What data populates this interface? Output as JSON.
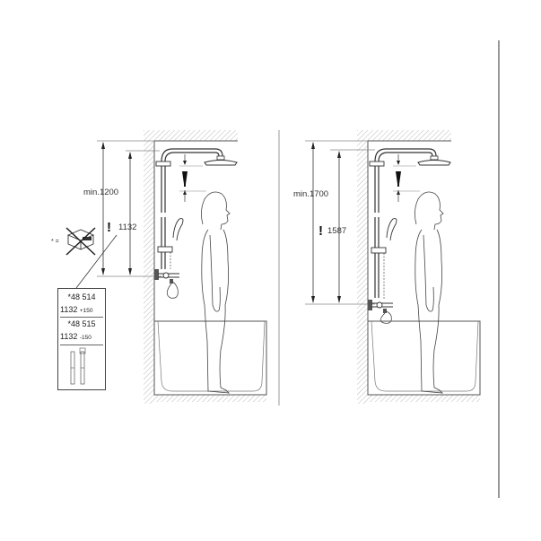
{
  "diagram": {
    "type": "shower-system-installation-dimensions",
    "left_panel": {
      "dimension_outer": "min.1200",
      "dimension_inner": "1132",
      "warning_icon": "exclamation-icon",
      "prohibition_note_prefix": "* =",
      "note_box": {
        "rows": [
          {
            "part": "*48 514",
            "value": "1132",
            "delta": "+150"
          },
          {
            "part": "*48 515",
            "value": "1132",
            "delta": "-150"
          }
        ]
      }
    },
    "right_panel": {
      "dimension_outer": "min.1700",
      "dimension_inner": "1587",
      "warning_icon": "exclamation-icon"
    },
    "colors": {
      "line": "#333333",
      "hatch": "#bbbbbb",
      "divider": "#999999"
    }
  }
}
